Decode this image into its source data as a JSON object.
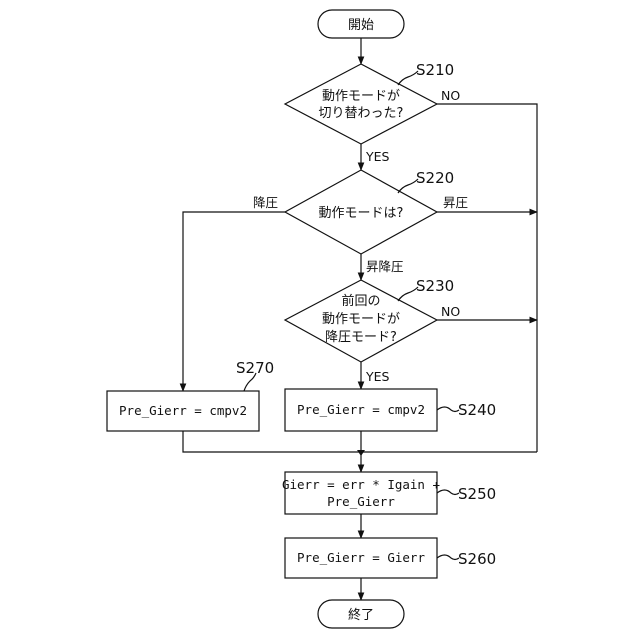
{
  "terminals": {
    "start": "開始",
    "end": "終了"
  },
  "decisions": {
    "d210": {
      "line1": "動作モードが",
      "line2": "切り替わった?",
      "step": "S210"
    },
    "d220": {
      "line1": "動作モードは?",
      "step": "S220"
    },
    "d230": {
      "line1": "前回の",
      "line2": "動作モードが",
      "line3": "降圧モード?",
      "step": "S230"
    }
  },
  "processes": {
    "p270": {
      "text": "Pre_Gierr = cmpv2",
      "step": "S270"
    },
    "p240": {
      "text": "Pre_Gierr = cmpv2",
      "step": "S240"
    },
    "p250": {
      "line1": "Gierr = err * Igain +",
      "line2": "Pre_Gierr",
      "step": "S250"
    },
    "p260": {
      "text": "Pre_Gierr = Gierr",
      "step": "S260"
    }
  },
  "edges": {
    "d210_no": "NO",
    "d210_yes": "YES",
    "d220_left": "降圧",
    "d220_right": "昇圧",
    "d220_down": "昇降圧",
    "d230_no": "NO",
    "d230_yes": "YES"
  }
}
